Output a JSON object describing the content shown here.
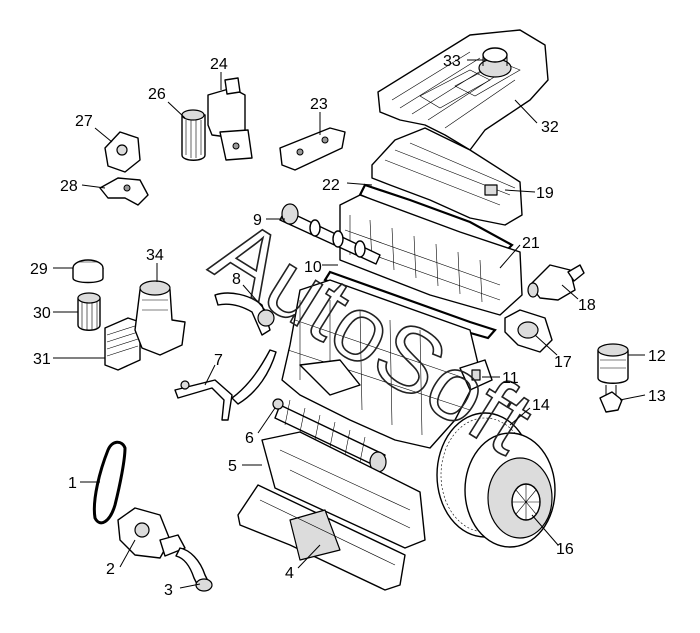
{
  "watermark": "AutoSoft",
  "labels": [
    "1",
    "2",
    "3",
    "4",
    "5",
    "6",
    "7",
    "8",
    "9",
    "10",
    "11",
    "12",
    "13",
    "14",
    "16",
    "17",
    "18",
    "19",
    "21",
    "22",
    "23",
    "24",
    "26",
    "27",
    "28",
    "29",
    "30",
    "31",
    "32",
    "33",
    "34"
  ]
}
